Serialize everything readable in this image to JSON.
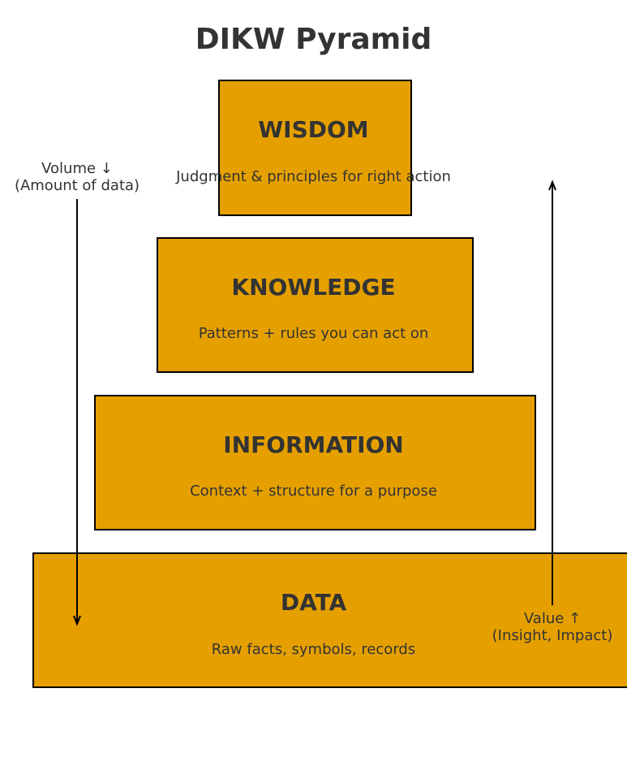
{
  "title": "DIKW Pyramid",
  "levels": [
    {
      "name": "WISDOM",
      "description": "Judgment & principles for right action"
    },
    {
      "name": "KNOWLEDGE",
      "description": "Patterns + rules you can act on"
    },
    {
      "name": "INFORMATION",
      "description": "Context + structure for a purpose"
    },
    {
      "name": "DATA",
      "description": "Raw facts, symbols, records"
    }
  ],
  "left_axis": {
    "line1": "Volume ↓",
    "line2": "(Amount of data)"
  },
  "right_axis": {
    "line1": "Value ↑",
    "line2": "(Insight, Impact)"
  },
  "colors": {
    "fill": "#E5A000",
    "text": "#333333"
  }
}
